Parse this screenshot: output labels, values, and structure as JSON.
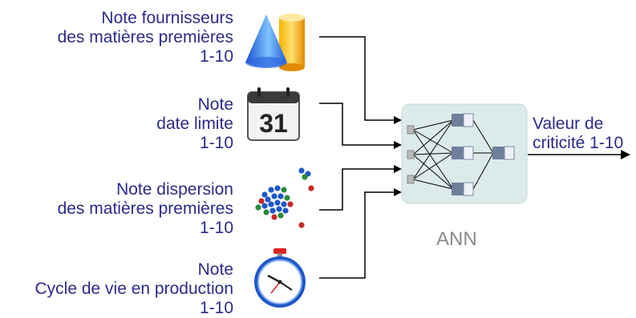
{
  "inputs": [
    {
      "lines": [
        "Note fournisseurs",
        "des matières premières",
        "1-10"
      ],
      "icon": "cone-cylinder-icon"
    },
    {
      "lines": [
        "Note",
        "date limite",
        "1-10"
      ],
      "icon": "calendar-icon",
      "calendar_day": "31"
    },
    {
      "lines": [
        "Note dispersion",
        "des matières premières",
        "1-10"
      ],
      "icon": "molecule-dots-icon"
    },
    {
      "lines": [
        "Note",
        "Cycle de vie en production",
        "1-10"
      ],
      "icon": "stopwatch-icon"
    }
  ],
  "output": {
    "lines": [
      "Valeur de",
      "criticité 1-10"
    ]
  },
  "ann": {
    "caption": "ANN"
  },
  "colors": {
    "label_text": "#2b2b8a",
    "caption": "#8a8a8a",
    "box_fill": "#dcebea",
    "line": "#000000"
  }
}
